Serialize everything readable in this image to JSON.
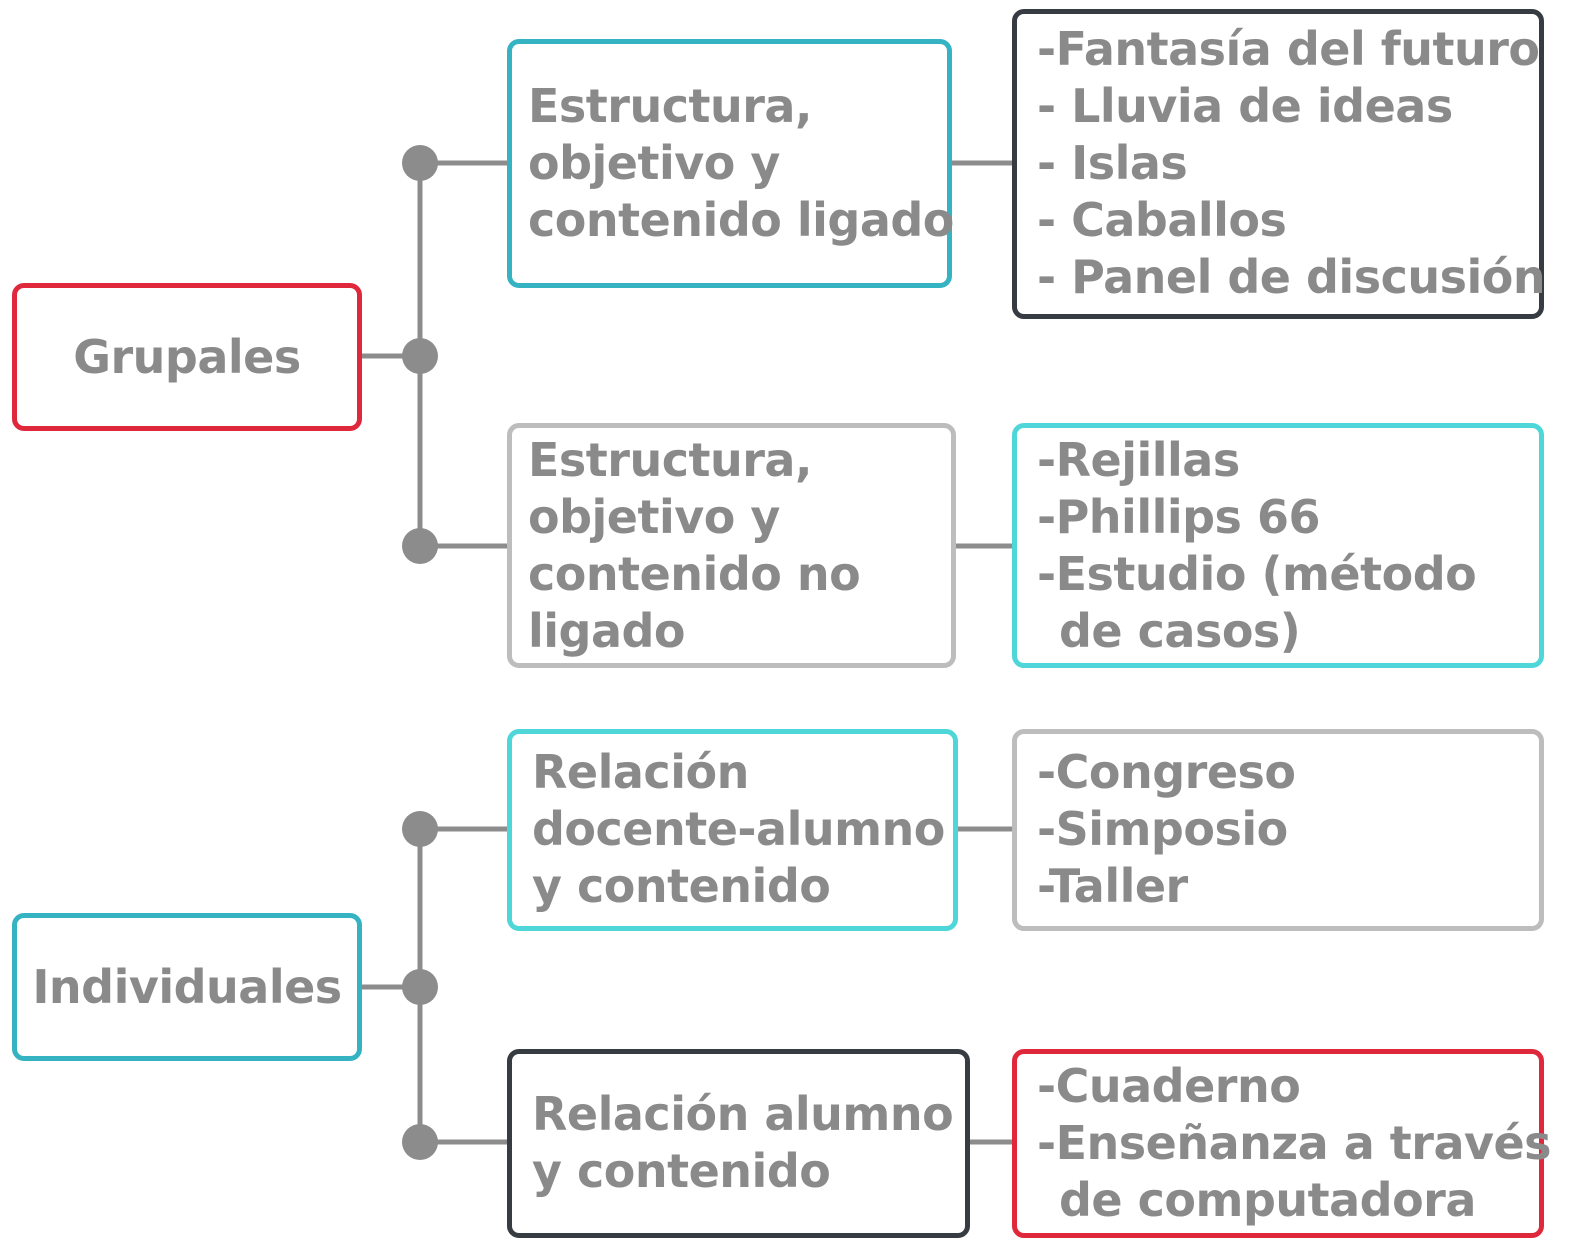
{
  "colors": {
    "red": "#e0283c",
    "teal": "#35b3c3",
    "cyan": "#4fd6d8",
    "dark": "#363c42",
    "light_gray": "#bdbdbd",
    "connector": "#8c8c8c",
    "text": "#8a8a8a"
  },
  "groups": [
    {
      "label": "Grupales",
      "branches": [
        {
          "category": [
            "Estructura,",
            "objetivo y",
            "contenido ligado"
          ],
          "items": [
            "-Fantasía del  futuro",
            "- Lluvia de ideas",
            "- Islas",
            "- Caballos",
            "- Panel de discusión"
          ]
        },
        {
          "category": [
            "Estructura,",
            "objetivo y",
            "contenido no",
            "ligado"
          ],
          "items": [
            "-Rejillas",
            "-Phillips 66",
            "-Estudio (método",
            "de casos)"
          ]
        }
      ]
    },
    {
      "label": "Individuales",
      "branches": [
        {
          "category": [
            "Relación",
            "docente-alumno",
            "y contenido"
          ],
          "items": [
            "-Congreso",
            "-Simposio",
            "-Taller"
          ]
        },
        {
          "category": [
            "Relación alumno",
            "y contenido"
          ],
          "items": [
            "-Cuaderno",
            "-Enseñanza a través",
            "de computadora"
          ]
        }
      ]
    }
  ]
}
